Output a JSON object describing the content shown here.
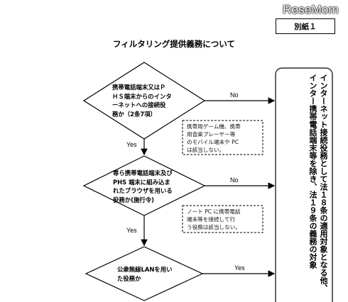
{
  "watermark": "ReseMom",
  "annex_label": "別紙１",
  "title": "フィルタリング提供義務について",
  "decisions": [
    {
      "lines": [
        "携帯電話端末又はＰ",
        "ＨＳ端末からのインタ",
        "ーネットへの接続役",
        "務か（2条7項）"
      ]
    },
    {
      "lines": [
        "専ら携帯電話端末及び",
        "PHS 端末に組み込ま",
        "れたブラウザを用いる",
        "役務か(施行令)"
      ]
    },
    {
      "lines": [
        "公衆無線LANを用い",
        "た役務か"
      ]
    }
  ],
  "edges": {
    "no1": "No",
    "no2": "No",
    "yes1": "Yes",
    "yes2": "Yes",
    "yes3": "Yes"
  },
  "notes": [
    {
      "lines": [
        "携帯用ゲーム機、携帯",
        "用音楽プレーヤー等",
        "のモバイル端末や PC",
        "は該当しない。"
      ]
    },
    {
      "lines": [
        "ノート PC に携帯電話",
        "端末等を接続して行",
        "う役務は該当しない。"
      ]
    }
  ],
  "result_box": {
    "text": "インターネット接続役務として法１８条の適用対象となる他、インター携帯電話端末等を除き、法１９条の義務の対象"
  }
}
